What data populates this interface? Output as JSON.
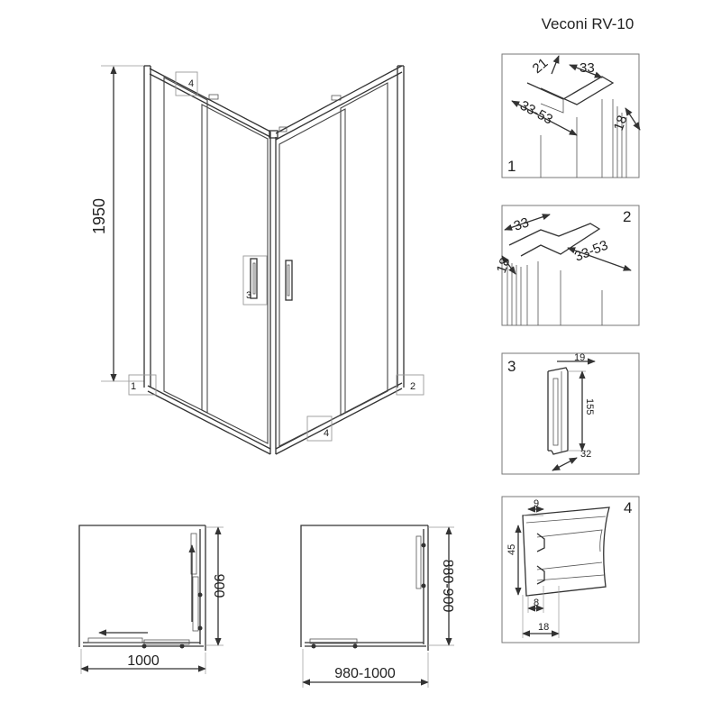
{
  "model_title": "Veconi RV-10",
  "main_view": {
    "height_label": "1950",
    "callouts": [
      "4",
      "3",
      "1",
      "2",
      "4"
    ]
  },
  "plan_left": {
    "width_label": "1000",
    "depth_label": "900"
  },
  "plan_right": {
    "width_label": "980-1000",
    "depth_label": "880-900"
  },
  "detail_1": {
    "number": "1",
    "dims": [
      "21",
      "33",
      "33-53",
      "18"
    ]
  },
  "detail_2": {
    "number": "2",
    "dims": [
      "33",
      "18",
      "33-53"
    ]
  },
  "detail_3": {
    "number": "3",
    "dims": [
      "19",
      "155",
      "32"
    ]
  },
  "detail_4": {
    "number": "4",
    "dims": [
      "9",
      "45",
      "8",
      "18"
    ]
  }
}
